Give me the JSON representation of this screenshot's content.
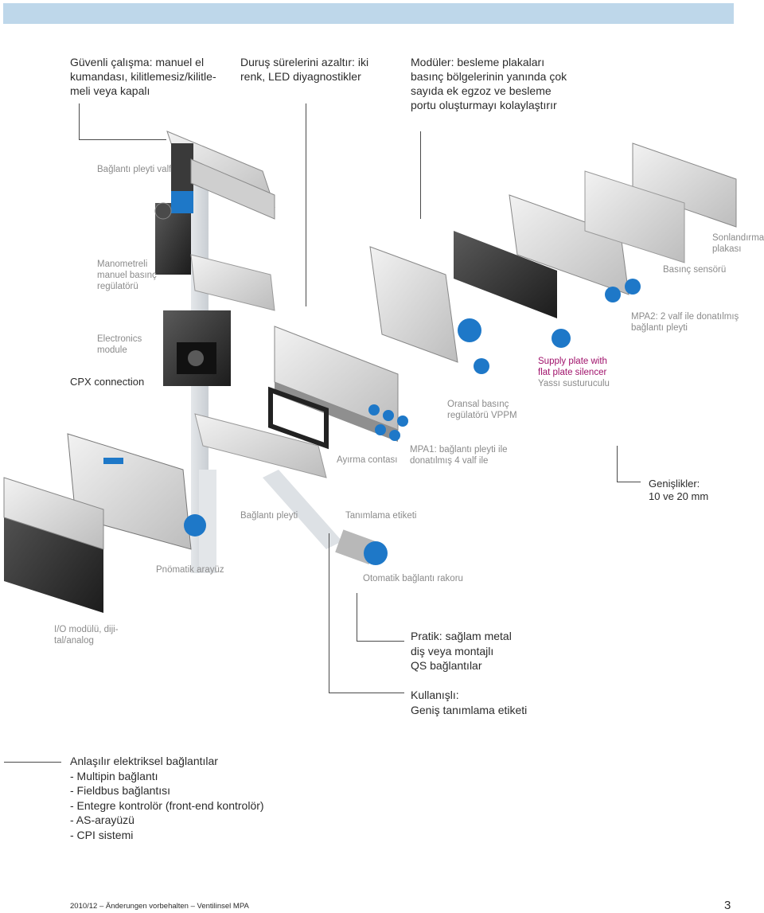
{
  "header": {
    "col1": "Güvenli çalışma: manuel el\nkumandası, kilitlemesiz/kilitle-\nmeli veya kapalı",
    "col2": "Duruş sürelerini azaltır: iki\nrenk, LED diyagnostikler",
    "col3": "Modüler: besleme plakaları\nbasınç bölgelerinin yanında çok\nsayıda ek egzoz ve besleme\nportu oluşturmayı kolaylaştırır"
  },
  "labels": {
    "baglanti_valf": "Bağlantı pleyti valf",
    "manometreli": "Manometreli\nmanuel basınç\nregülatörü",
    "sonlandirma": "Sonlandırma\nplakası",
    "basinc_sensoru": "Basınç sensörü",
    "electronics": "Electronics\nmodule",
    "mpa2": "MPA2: 2 valf ile donatılmış\nbağlantı pleyti",
    "supply_plate": "Supply plate with\nflat plate silencer",
    "yassi": "Yassı susturuculu",
    "cpx": "CPX connection",
    "oransal": "Oransal basınç\nregülatörü VPPM",
    "ayirma": "Ayırma contası",
    "mpa1": "MPA1: bağlantı pleyti ile\ndonatılmış 4 valf ile",
    "genislikler": "Genişlikler:\n10 ve 20 mm",
    "baglanti_pleyti": "Bağlantı pleyti",
    "tanimlama": "Tanımlama etiketi",
    "pnomatik": "Pnömatik arayüz",
    "otomatik": "Otomatik bağlantı rakoru",
    "io_modulu": "I/O modülü, diji-\ntal/analog"
  },
  "notes": {
    "pratik": "Pratik: sağlam metal\ndiş veya montajlı\nQS bağlantılar",
    "kullanisli": "Kullanışlı:\nGeniş tanımlama etiketi",
    "elektriksel": "Anlaşılır elektriksel bağlantılar\n- Multipin bağlantı\n- Fieldbus bağlantısı\n- Entegre kontrolör (front-end kontrolör)\n- AS-arayüzü\n- CPI sistemi"
  },
  "footer": {
    "text": "2010/12 – Änderungen vorbehalten – Ventilinsel MPA",
    "page_number": "3"
  },
  "colors": {
    "top_bar": "#bed7ea",
    "accent_pink": "#a0126b",
    "fitting_blue": "#1e78c8"
  }
}
